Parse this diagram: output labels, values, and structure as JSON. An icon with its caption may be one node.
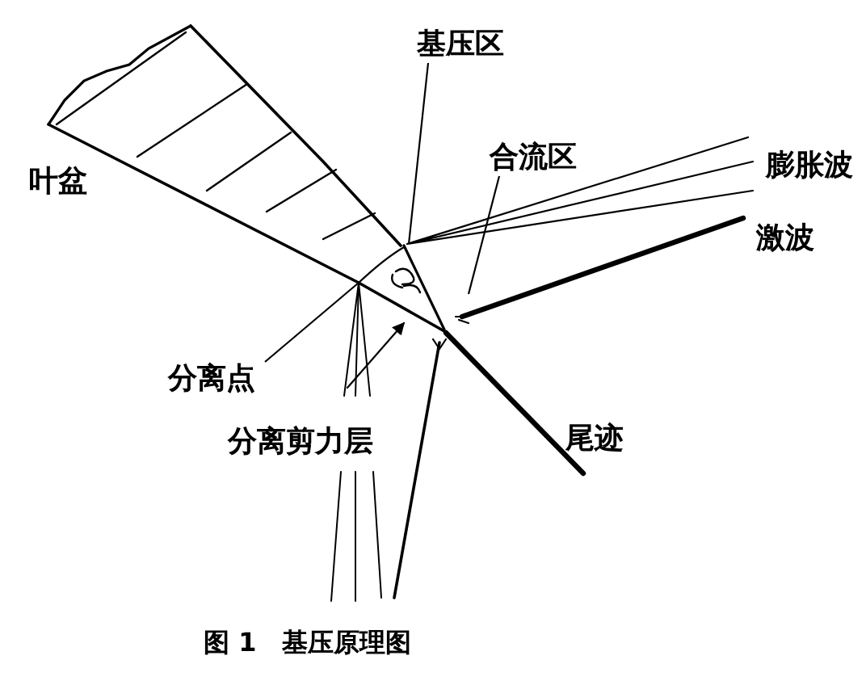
{
  "diagram": {
    "caption": "图 1　基压原理图",
    "nodes": [
      {
        "text": [
          "基压区"
        ]
      },
      {
        "text": [
          "合流区"
        ]
      },
      {
        "text": [
          "分离点"
        ]
      }
    ],
    "edges": [
      {
        "from": 0,
        "to": null,
        "arrow": "none"
      },
      {
        "from": 1,
        "to": null,
        "arrow": "none"
      },
      {
        "from": 2,
        "to": null,
        "arrow": "none"
      }
    ],
    "labels": [
      "叶盆",
      "膨胀波",
      "激波",
      "分离剪力层",
      "尾迹"
    ]
  }
}
